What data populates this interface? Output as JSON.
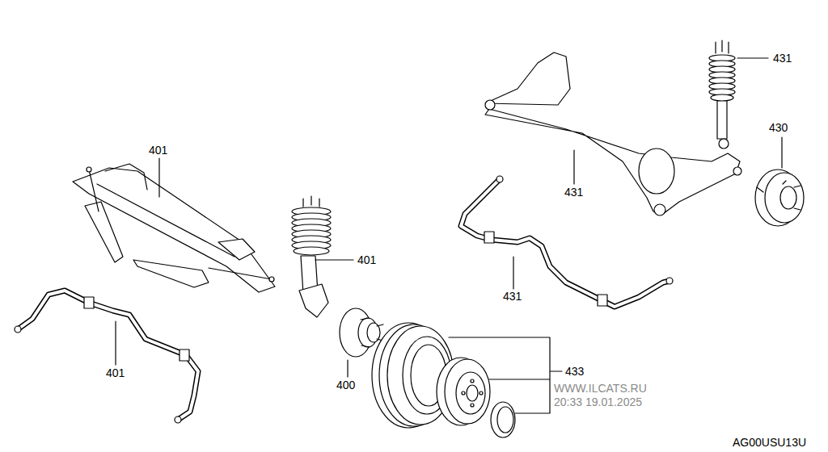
{
  "diagram": {
    "labels": [
      "401",
      "401",
      "401",
      "400",
      "433",
      "431",
      "431",
      "431",
      "430",
      "WWW.ILCATS.RU",
      "20:33 19.01.2025",
      "AG00USU13U"
    ]
  }
}
